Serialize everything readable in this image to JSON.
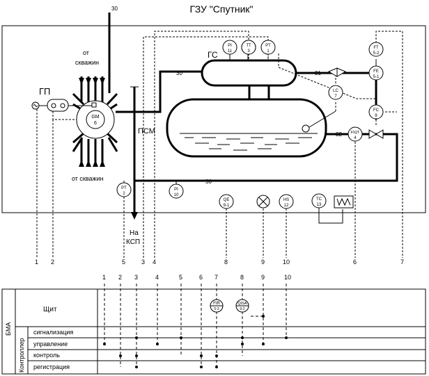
{
  "title": "ГЗУ \"Спутник\"",
  "labels": {
    "gp": "ГП",
    "gs": "ГС",
    "psm": "ПСМ",
    "ot_skvazhin_top": "от",
    "ot_skvazhin_top2": "скважин",
    "ot_skvazhin_bottom": "от скважин",
    "na": "На",
    "ksp": "КСП",
    "bma": "БМА",
    "kontroller": "Контроллер",
    "shchit": "Щит"
  },
  "line_numbers": {
    "n30_top": "30",
    "n30_left": "30",
    "n31": "31",
    "n32": "32",
    "n30_bottom": "30"
  },
  "instruments": [
    {
      "l1": "PI",
      "l2": "11"
    },
    {
      "l1": "TT",
      "l2": "3"
    },
    {
      "l1": "PT",
      "l2": "1"
    },
    {
      "l1": "FT",
      "l2": "5-2"
    },
    {
      "l1": "FE",
      "l2": "5-1"
    },
    {
      "l1": "LC",
      "l2": "7"
    },
    {
      "l1": "FC",
      "l2": "8"
    },
    {
      "l1": "FIQT",
      "l2": "4"
    },
    {
      "l1": "GM",
      "l2": "6"
    },
    {
      "l1": "PT",
      "l2": "2"
    },
    {
      "l1": "PI",
      "l2": "10"
    },
    {
      "l1": "QE",
      "l2": "9-1"
    },
    {
      "l1": "HS",
      "l2": "12"
    },
    {
      "l1": "TC",
      "l2": "13"
    }
  ],
  "panel_instruments": [
    {
      "l1": "FIR",
      "l2": "5-3"
    },
    {
      "l1": "QISA",
      "l2": "9-2"
    }
  ],
  "bottom_numbers": [
    "1",
    "2",
    "5",
    "3",
    "4",
    "8",
    "9",
    "10",
    "6",
    "7"
  ],
  "bus_numbers": [
    "1",
    "2",
    "3",
    "4",
    "5",
    "6",
    "7",
    "8",
    "9",
    "10"
  ],
  "rows": [
    "сигнализация",
    "управление",
    "контроль",
    "регистрация"
  ]
}
